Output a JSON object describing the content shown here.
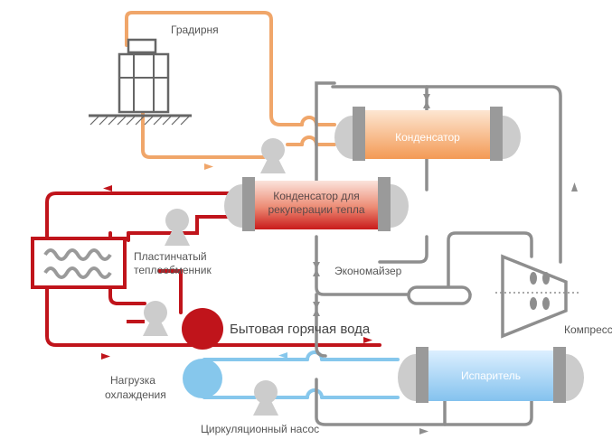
{
  "labels": {
    "cooling_tower": "Градирня",
    "condenser": "Конденсатор",
    "recovery_condenser_line1": "Конденсатор для",
    "recovery_condenser_line2": "рекуперации тепла",
    "plate_hx_line1": "Пластинчатый",
    "plate_hx_line2": "теплообменник",
    "economizer": "Экономайзер",
    "hot_water": "Бытовая горячая вода",
    "compressor": "Компрессор",
    "cooling_load_line1": "Нагрузка",
    "cooling_load_line2": "охлаждения",
    "evaporator": "Испаритель",
    "circ_pump": "Циркуляционный насос"
  },
  "colors": {
    "orange_loop": "#f0a66a",
    "red_loop": "#c0141b",
    "blue_loop": "#86c7ec",
    "refrigerant_loop": "#8e8e8e",
    "equipment_gray": "#cccccc"
  }
}
